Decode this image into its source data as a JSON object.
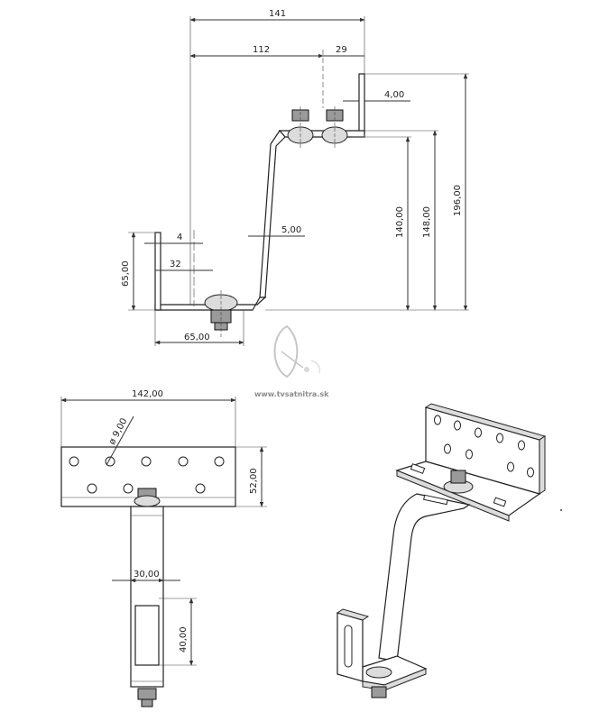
{
  "side_view": {
    "dim_total_width": "141",
    "dim_inner_width": "112",
    "dim_top_flange": "29",
    "dim_top_thickness": "4,00",
    "dim_bottom_thickness": "4",
    "dim_bottom_gap": "32",
    "dim_bottom_height": "65,00",
    "dim_bottom_length": "65,00",
    "dim_arm_thickness": "5,00",
    "dim_height_140": "140,00",
    "dim_height_148": "148,00",
    "dim_height_196": "196,00"
  },
  "watermark": {
    "url": "www.tvsatnitra.sk"
  },
  "front_view": {
    "dim_plate_width": "142,00",
    "dim_hole_diameter": "ø 9,00",
    "dim_plate_height": "52,00",
    "dim_arm_width": "30,00",
    "dim_slot_length": "40,00"
  }
}
